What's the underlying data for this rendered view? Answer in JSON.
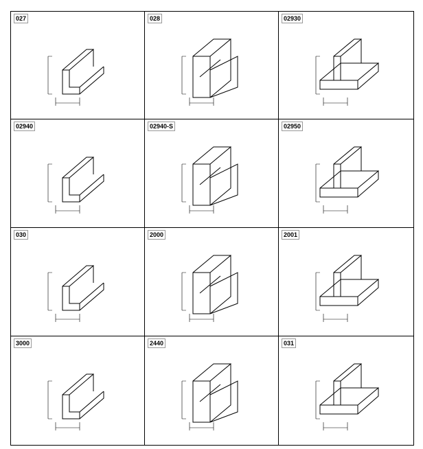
{
  "profiles": [
    {
      "code": "027"
    },
    {
      "code": "028"
    },
    {
      "code": "02930"
    },
    {
      "code": "02940"
    },
    {
      "code": "02940-S"
    },
    {
      "code": "02950"
    },
    {
      "code": "030"
    },
    {
      "code": "2000"
    },
    {
      "code": "2001"
    },
    {
      "code": "3000"
    },
    {
      "code": "2440"
    },
    {
      "code": "031"
    }
  ]
}
